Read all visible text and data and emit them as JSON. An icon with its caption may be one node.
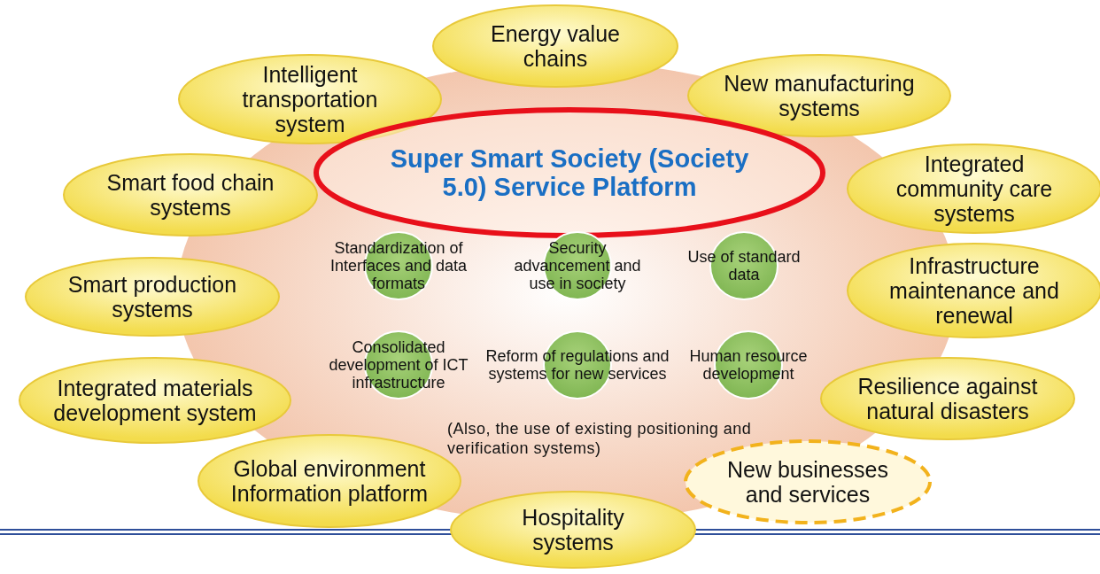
{
  "diagram": {
    "nodes": [
      {
        "text": [
          "Energy value chains"
        ]
      },
      {
        "text": [
          "Intelligent transportation system"
        ]
      },
      {
        "text": [
          "New manufacturing systems"
        ]
      },
      {
        "text": [
          "Super Smart Society (Society 5.0) Service Platform"
        ]
      },
      {
        "text": [
          "Smart food chain systems"
        ]
      },
      {
        "text": [
          "Integrated community care systems"
        ]
      },
      {
        "text": [
          "Standardization of Interfaces and data formats"
        ]
      },
      {
        "text": [
          "Security advancement and use in society"
        ]
      },
      {
        "text": [
          "Use of standard data"
        ]
      },
      {
        "text": [
          "Smart production systems"
        ]
      },
      {
        "text": [
          "Infrastructure maintenance and renewal"
        ]
      },
      {
        "text": [
          "Consolidated development of ICT infrastructure"
        ]
      },
      {
        "text": [
          "Reform of regulations and systems for new services"
        ]
      },
      {
        "text": [
          "Human resource development"
        ]
      },
      {
        "text": [
          "Integrated materials development system"
        ]
      },
      {
        "text": [
          "Resilience against natural disasters"
        ]
      },
      {
        "text": [
          "Global environment Information platform"
        ]
      },
      {
        "text": [
          "New businesses and services"
        ]
      },
      {
        "text": [
          "Hospitality systems"
        ]
      }
    ],
    "labels": [
      "(Also, the use of existing positioning and verification systems)"
    ]
  }
}
